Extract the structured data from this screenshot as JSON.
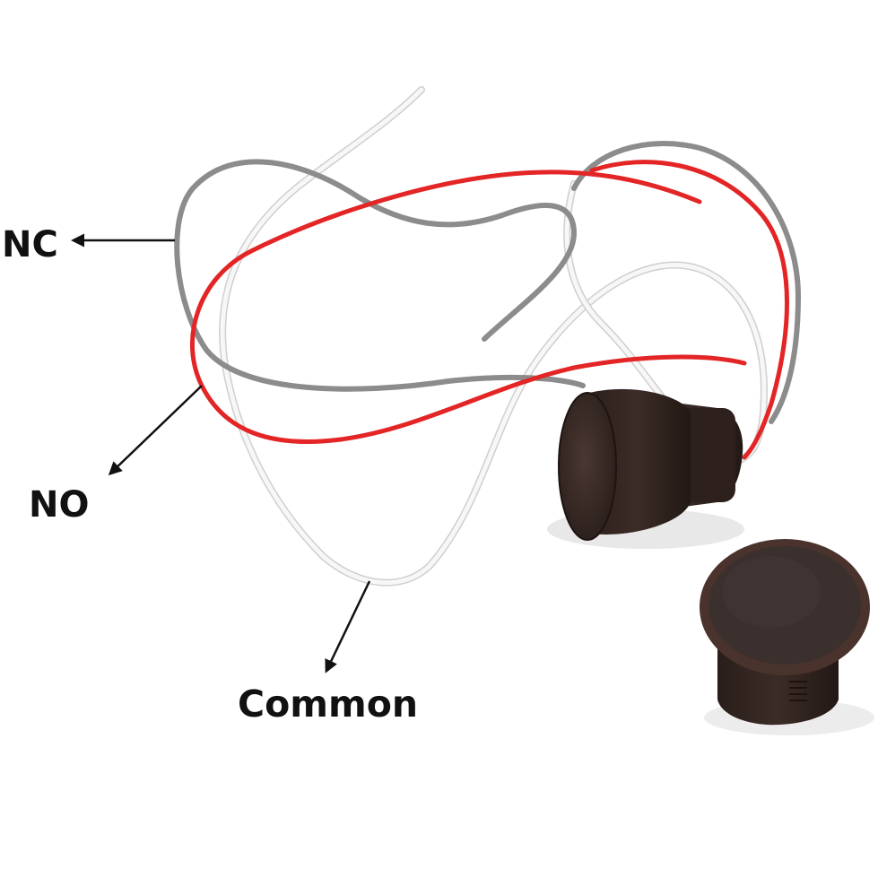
{
  "labels": {
    "nc": "NC",
    "no": "NO",
    "common": "Common"
  },
  "colors": {
    "background": "#ffffff",
    "wire_red": "#e32526",
    "wire_gray": "#8c8c8c",
    "wire_white": "#f4f4f4",
    "sensor_body": "#3a2b26",
    "magnet_body": "#3d2d28",
    "arrow": "#111111"
  }
}
